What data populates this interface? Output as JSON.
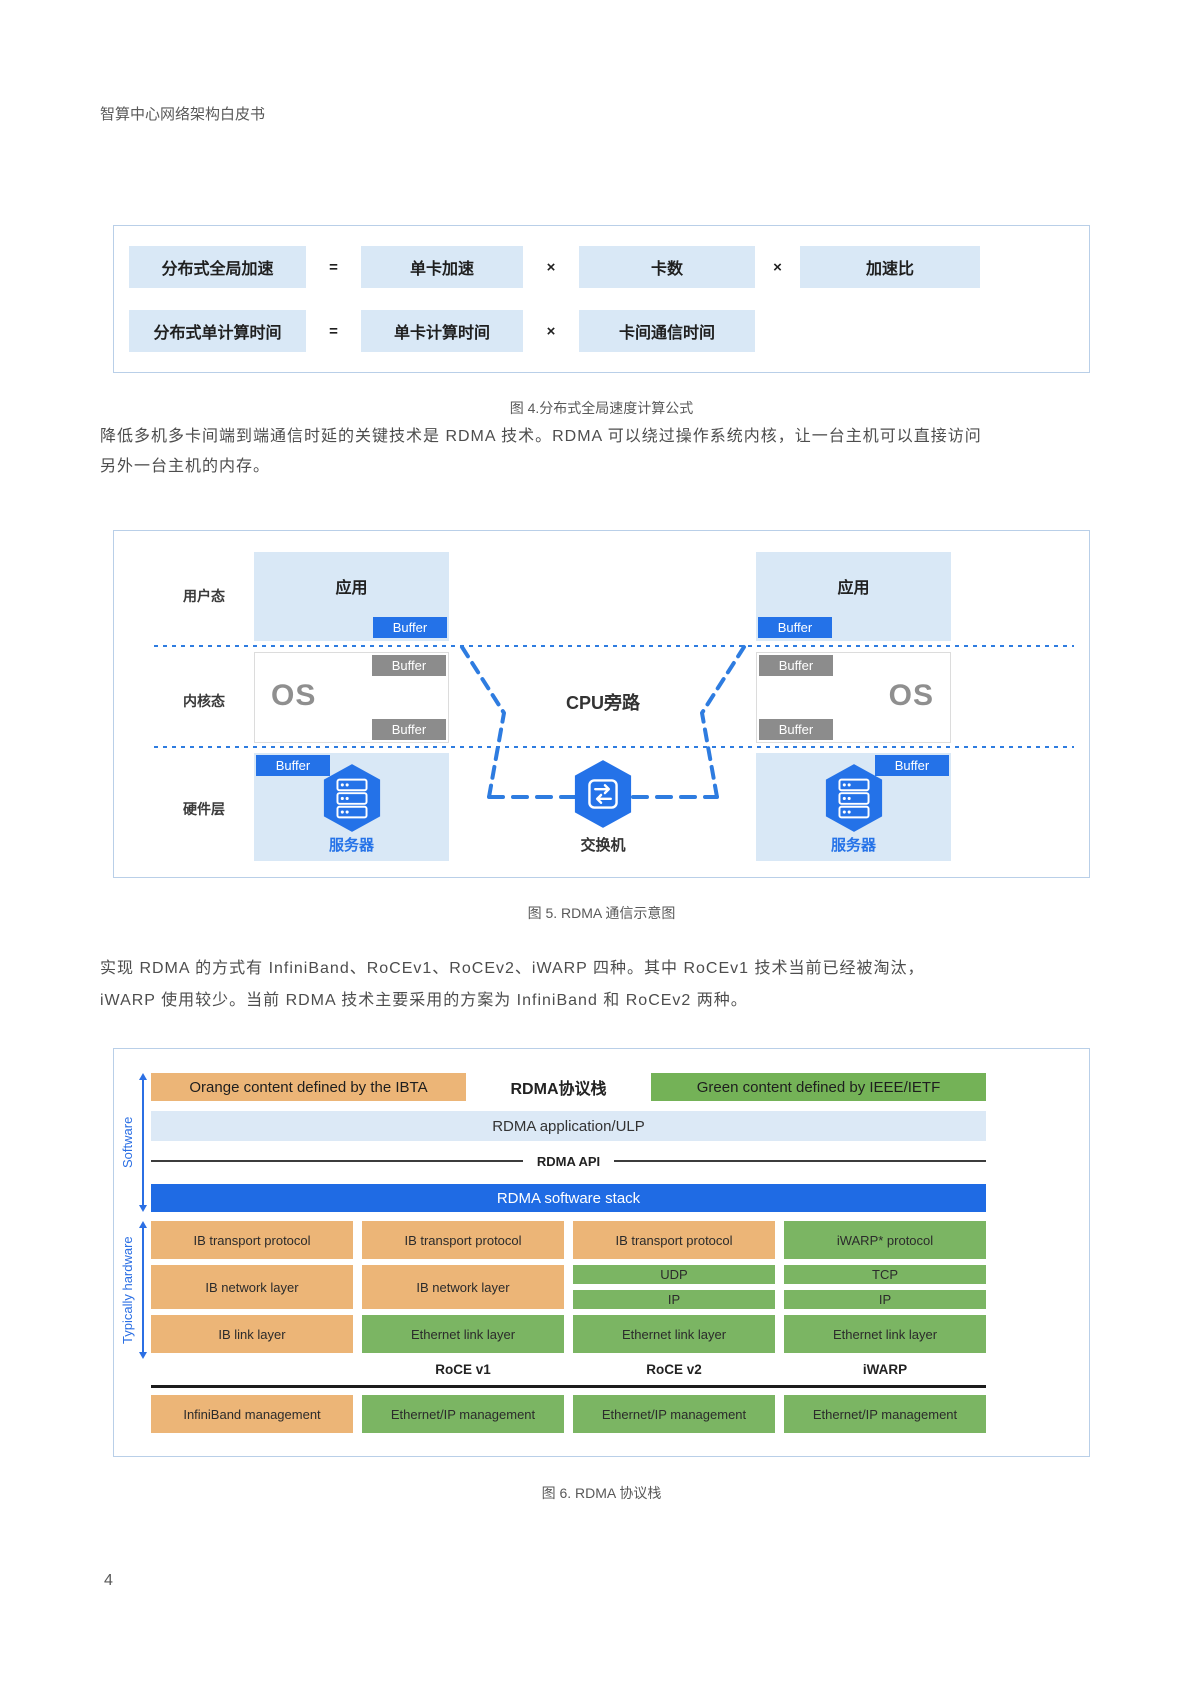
{
  "header": {
    "title": "智算中心网络架构白皮书"
  },
  "footer": {
    "page_number": "4"
  },
  "colors": {
    "accent_blue": "#2472e8",
    "light_blue": "#d9e8f6",
    "orange": "#ecb577",
    "green": "#7bb563",
    "gray_chip": "#8c8c8c",
    "stack_blue": "#1f6be4"
  },
  "figure4": {
    "caption": "图 4.分布式全局速度计算公式",
    "row1": {
      "lhs": "分布式全局加速",
      "eq": "=",
      "t1": "单卡加速",
      "op1": "×",
      "t2": "卡数",
      "op2": "×",
      "t3": "加速比"
    },
    "row2": {
      "lhs": "分布式单计算时间",
      "eq": "=",
      "t1": "单卡计算时间",
      "op1": "×",
      "t2": "卡间通信时间"
    }
  },
  "paragraph1": {
    "line1": "降低多机多卡间端到端通信时延的关键技术是 RDMA 技术。RDMA 可以绕过操作系统内核，让一台主机可以直接访问",
    "line2": "另外一台主机的内存。"
  },
  "figure5": {
    "caption": "图 5. RDMA 通信示意图",
    "layer_user": "用户态",
    "layer_kernel": "内核态",
    "layer_hardware": "硬件层",
    "app": "应用",
    "os": "OS",
    "buffer": "Buffer",
    "cpu_bypass": "CPU旁路",
    "server": "服务器",
    "switch": "交换机"
  },
  "paragraph2": {
    "line1": "实现 RDMA 的方式有 InfiniBand、RoCEv1、RoCEv2、iWARP 四种。其中 RoCEv1 技术当前已经被淘汰，",
    "line2": "iWARP 使用较少。当前 RDMA 技术主要采用的方案为 InfiniBand 和 RoCEv2 两种。"
  },
  "figure6": {
    "caption": "图 6. RDMA 协议栈",
    "legend_orange": "Orange content defined by the IBTA",
    "stack_title": "RDMA协议栈",
    "legend_green": "Green content defined by IEEE/IETF",
    "side_software": "Software",
    "side_hardware": "Typically hardware",
    "row_app": "RDMA application/ULP",
    "row_api": "RDMA API",
    "row_stack": "RDMA software stack",
    "col1": {
      "transport": "IB transport protocol",
      "network": "IB network layer",
      "link": "IB link layer",
      "label": "",
      "mgmt": "InfiniBand management"
    },
    "col2": {
      "transport": "IB transport protocol",
      "network": "IB network layer",
      "link": "Ethernet link layer",
      "label": "RoCE v1",
      "mgmt": "Ethernet/IP management"
    },
    "col3": {
      "transport": "IB transport protocol",
      "l4": "UDP",
      "l3": "IP",
      "link": "Ethernet link layer",
      "label": "RoCE v2",
      "mgmt": "Ethernet/IP management"
    },
    "col4": {
      "transport": "iWARP* protocol",
      "l4": "TCP",
      "l3": "IP",
      "link": "Ethernet link layer",
      "label": "iWARP",
      "mgmt": "Ethernet/IP management"
    }
  }
}
